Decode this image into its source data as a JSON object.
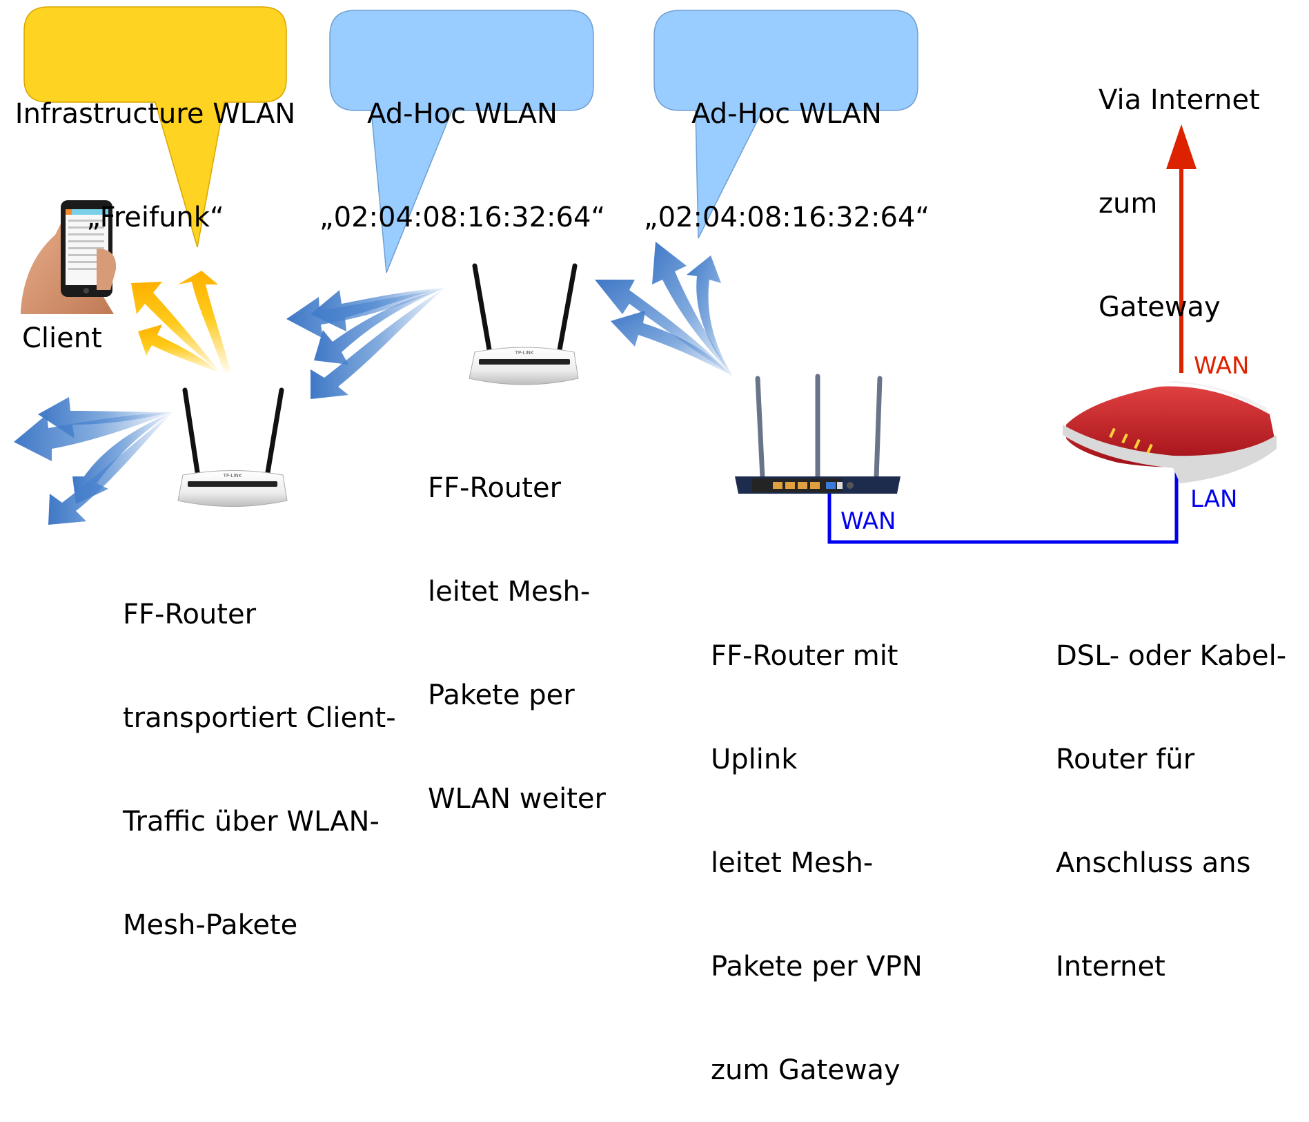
{
  "bubbles": {
    "infra_line1": "Infrastructure WLAN",
    "infra_line2": "„Freifunk“",
    "adhoc1_line1": "Ad-Hoc WLAN",
    "adhoc1_line2": "„02:04:08:16:32:64“",
    "adhoc2_line1": "Ad-Hoc WLAN",
    "adhoc2_line2": "„02:04:08:16:32:64“"
  },
  "internet": {
    "line1": "Via Internet",
    "line2": "zum",
    "line3": "Gateway"
  },
  "client": {
    "label": "Client"
  },
  "router1": {
    "line1": "FF-Router",
    "line2": "transportiert Client-",
    "line3": "Traffic über WLAN-",
    "line4": "Mesh-Pakete"
  },
  "router2": {
    "line1": "FF-Router",
    "line2": "leitet Mesh-",
    "line3": "Pakete per",
    "line4": "WLAN weiter"
  },
  "router3": {
    "line1": "FF-Router mit",
    "line2": "Uplink",
    "line3": "leitet Mesh-",
    "line4": "Pakete per VPN",
    "line5": "zum Gateway"
  },
  "dsl": {
    "line1": "DSL- oder Kabel-",
    "line2": "Router für",
    "line3": "Anschluss ans",
    "line4": "Internet"
  },
  "ports": {
    "wan_red": "WAN",
    "lan_blue": "LAN",
    "wan_blue": "WAN"
  },
  "router_brand": "TP-LINK",
  "colors": {
    "yellow_bubble": "#FFD321",
    "blue_bubble": "#99CCFF",
    "yellow_arrow": "#FFC400",
    "blue_arrow": "#4C86D0",
    "red_line": "#DD2200",
    "blue_line": "#0000EE",
    "fritz_red": "#C0202A"
  }
}
